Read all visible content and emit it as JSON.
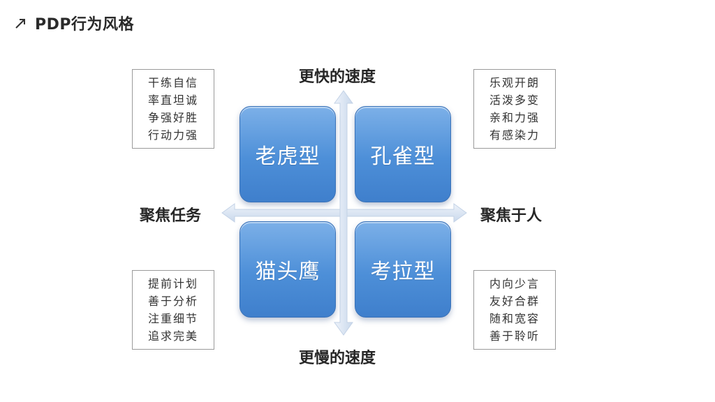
{
  "page": {
    "title": "PDP行为风格"
  },
  "axes": {
    "top": "更快的速度",
    "bottom": "更慢的速度",
    "left": "聚焦任务",
    "right": "聚焦于人"
  },
  "quadrants": [
    {
      "label": "老虎型",
      "traits": [
        "干练自信",
        "率直坦诚",
        "争强好胜",
        "行动力强"
      ]
    },
    {
      "label": "孔雀型",
      "traits": [
        "乐观开朗",
        "活泼多变",
        "亲和力强",
        "有感染力"
      ]
    },
    {
      "label": "猫头鹰",
      "traits": [
        "提前计划",
        "善于分析",
        "注重细节",
        "追求完美"
      ]
    },
    {
      "label": "考拉型",
      "traits": [
        "内向少言",
        "友好合群",
        "随和宽容",
        "善于聆听"
      ]
    }
  ],
  "colors": {
    "quadrant": "#4d8fd8",
    "axis": "#d6e3f3"
  }
}
